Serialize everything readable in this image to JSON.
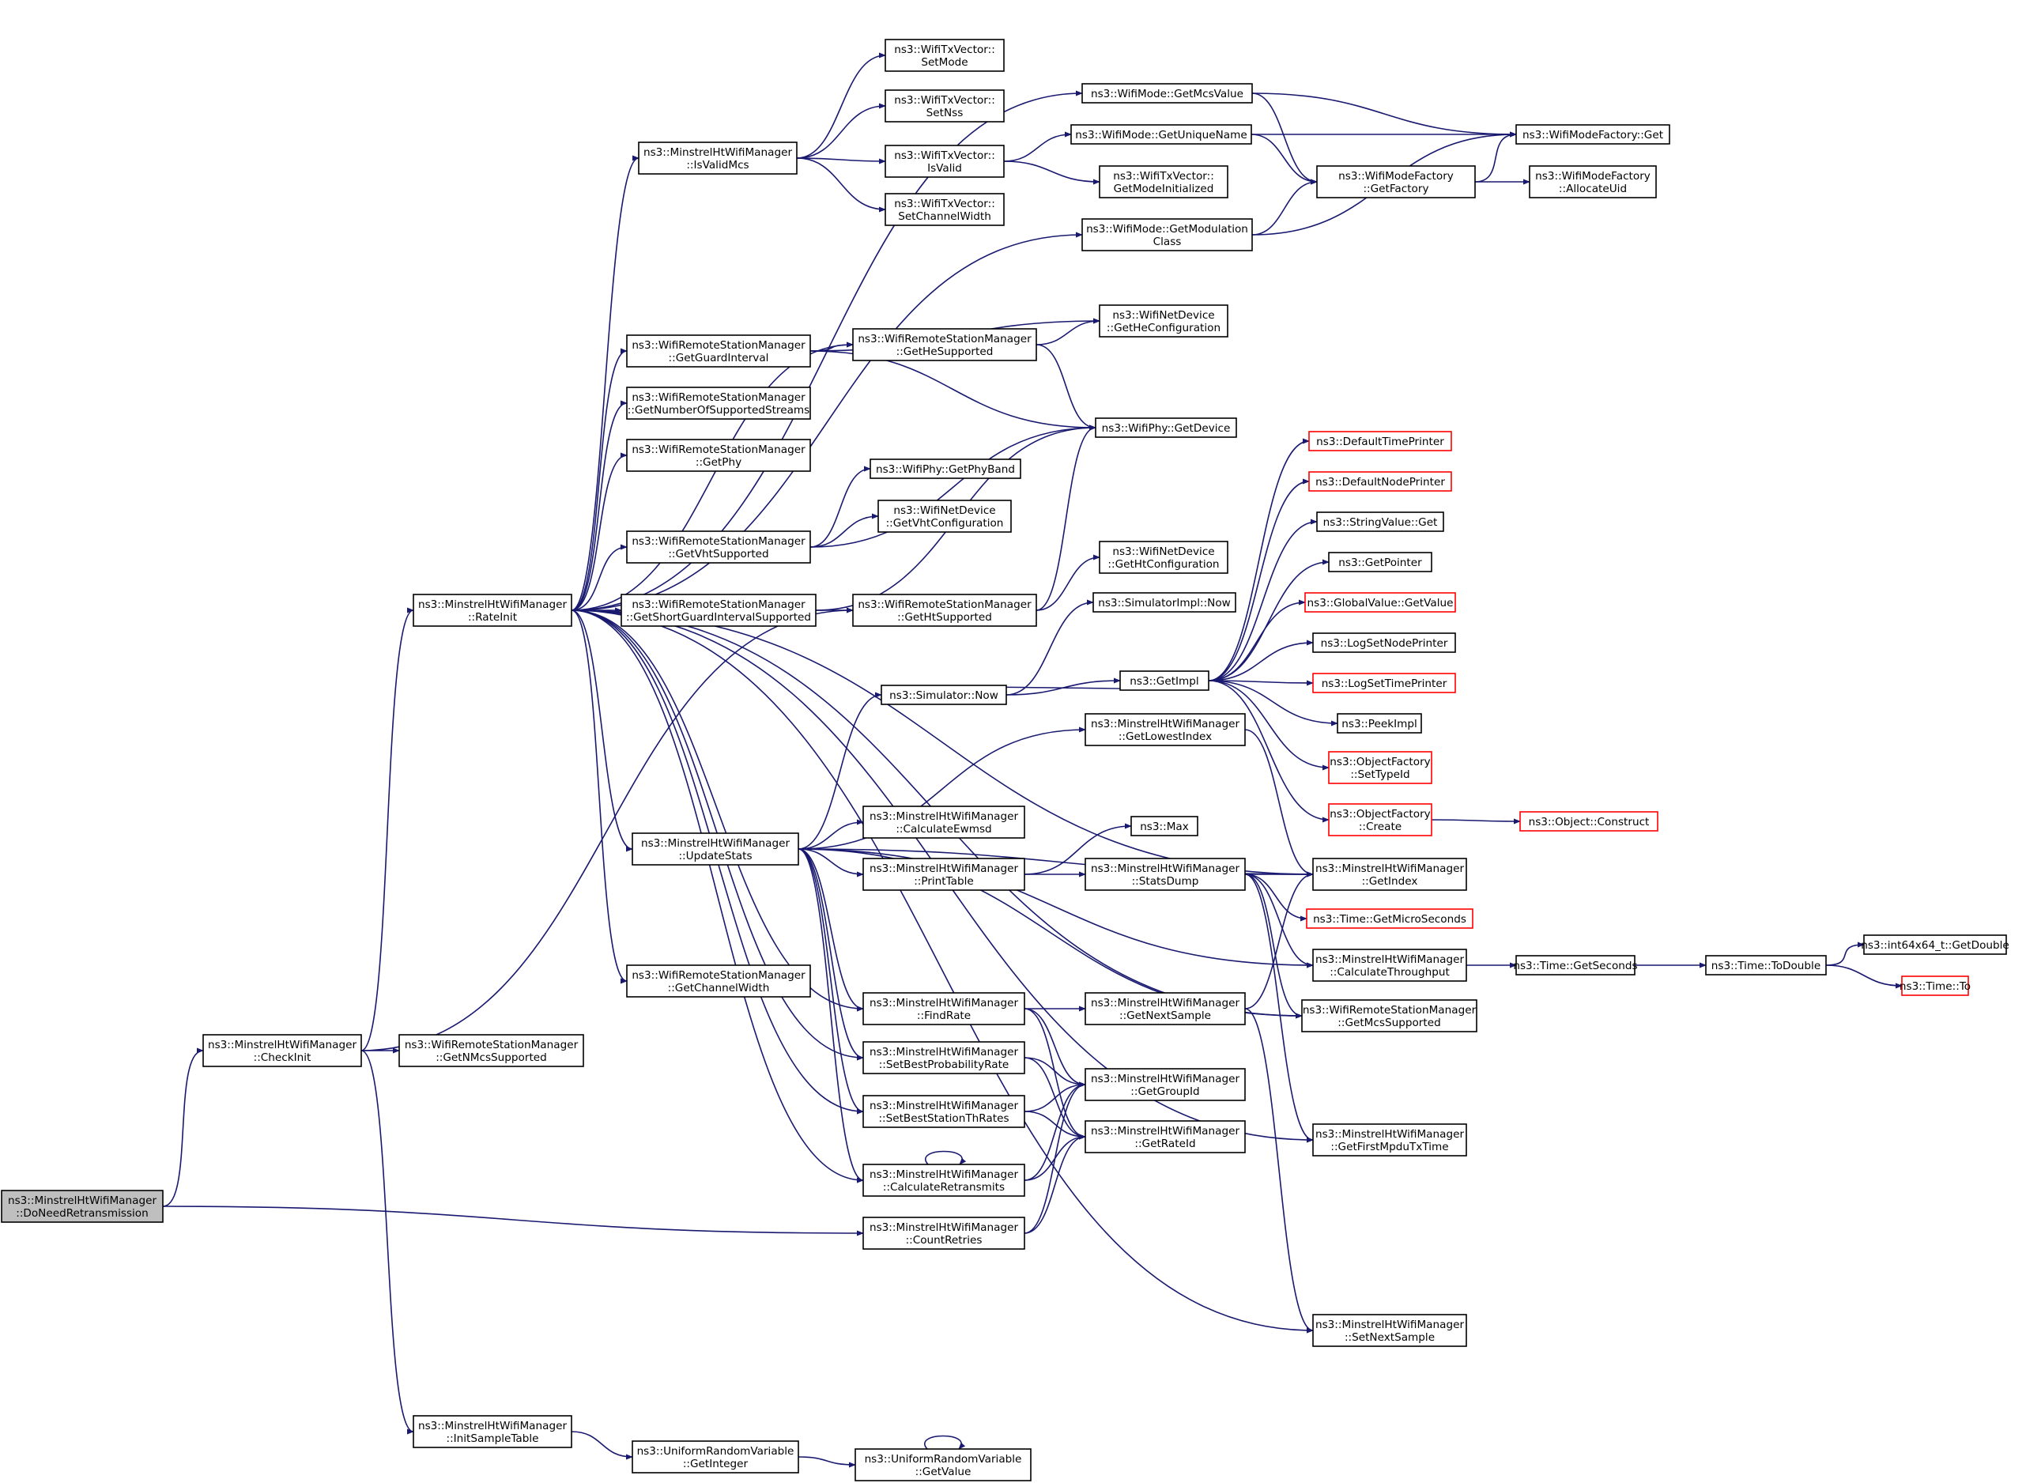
{
  "nodes": {
    "n1": [
      "ns3::MinstrelHtWifiManager",
      "::DoNeedRetransmission"
    ],
    "n2": [
      "ns3::MinstrelHtWifiManager",
      "::CheckInit"
    ],
    "n3": [
      "ns3::MinstrelHtWifiManager",
      "::CountRetries"
    ],
    "n4": [
      "ns3::MinstrelHtWifiManager",
      "::RateInit"
    ],
    "n5": [
      "ns3::WifiRemoteStationManager",
      "::GetNMcsSupported"
    ],
    "n6": [
      "ns3::MinstrelHtWifiManager",
      "::InitSampleTable"
    ],
    "n7": [
      "ns3::WifiRemoteStationManager",
      "::GetHtSupported"
    ],
    "n8": [
      "ns3::WifiMode::GetMcsValue"
    ],
    "n9": [
      "ns3::MinstrelHtWifiManager",
      "::IsValidMcs"
    ],
    "n10": [
      "ns3::WifiMode::GetModulation",
      "Class"
    ],
    "n11": [
      "ns3::WifiRemoteStationManager",
      "::GetGuardInterval"
    ],
    "n12": [
      "ns3::WifiRemoteStationManager",
      "::GetNumberOfSupportedStreams"
    ],
    "n13": [
      "ns3::WifiRemoteStationManager",
      "::GetPhy"
    ],
    "n14": [
      "ns3::WifiRemoteStationManager",
      "::GetVhtSupported"
    ],
    "n15": [
      "ns3::WifiRemoteStationManager",
      "::GetShortGuardIntervalSupported"
    ],
    "n16": [
      "ns3::MinstrelHtWifiManager",
      "::UpdateStats"
    ],
    "n17": [
      "ns3::WifiRemoteStationManager",
      "::GetChannelWidth"
    ],
    "n18": [
      "ns3::MinstrelHtWifiManager",
      "::GetIndex"
    ],
    "n19": [
      "ns3::WifiRemoteStationManager",
      "::GetMcsSupported"
    ],
    "n20": [
      "ns3::MinstrelHtWifiManager",
      "::GetFirstMpduTxTime"
    ],
    "n21": [
      "ns3::MinstrelHtWifiManager",
      "::SetNextSample"
    ],
    "n22": [
      "ns3::MinstrelHtWifiManager",
      "::CalculateRetransmits"
    ],
    "n23": [
      "ns3::MinstrelHtWifiManager",
      "::GetGroupId"
    ],
    "n24": [
      "ns3::MinstrelHtWifiManager",
      "::GetRateId"
    ],
    "n25": [
      "ns3::UniformRandomVariable",
      "::GetInteger"
    ],
    "n26": [
      "ns3::UniformRandomVariable",
      "::GetValue"
    ],
    "n27": [
      "ns3::WifiNetDevice",
      "::GetHtConfiguration"
    ],
    "n28": [
      "ns3::WifiPhy::GetDevice"
    ],
    "n29": [
      "ns3::WifiModeFactory",
      "::GetFactory"
    ],
    "n30": [
      "ns3::WifiModeFactory::Get"
    ],
    "n31": [
      "ns3::WifiTxVector::",
      "SetMode"
    ],
    "n32": [
      "ns3::WifiTxVector::",
      "SetNss"
    ],
    "n33": [
      "ns3::WifiTxVector::",
      "IsValid"
    ],
    "n34": [
      "ns3::WifiTxVector::",
      "SetChannelWidth"
    ],
    "n35": [
      "ns3::WifiModeFactory",
      "::AllocateUid"
    ],
    "n36": [
      "ns3::WifiMode::GetUniqueName"
    ],
    "n37": [
      "ns3::WifiTxVector::",
      "GetModeInitialized"
    ],
    "n38": [
      "ns3::WifiRemoteStationManager",
      "::GetHeSupported"
    ],
    "n39": [
      "ns3::WifiNetDevice",
      "::GetHeConfiguration"
    ],
    "n40": [
      "ns3::WifiPhy::GetPhyBand"
    ],
    "n41": [
      "ns3::WifiNetDevice",
      "::GetVhtConfiguration"
    ],
    "n42": [
      "ns3::MinstrelHtWifiManager",
      "::CalculateEwmsd"
    ],
    "n43": [
      "ns3::MinstrelHtWifiManager",
      "::CalculateThroughput"
    ],
    "n44": [
      "ns3::MinstrelHtWifiManager",
      "::FindRate"
    ],
    "n45": [
      "ns3::MinstrelHtWifiManager",
      "::GetLowestIndex"
    ],
    "n46": [
      "ns3::MinstrelHtWifiManager",
      "::PrintTable"
    ],
    "n47": [
      "ns3::MinstrelHtWifiManager",
      "::SetBestProbabilityRate"
    ],
    "n48": [
      "ns3::MinstrelHtWifiManager",
      "::SetBestStationThRates"
    ],
    "n49": [
      "ns3::Simulator::Now"
    ],
    "n50": [
      "ns3::Time::GetSeconds"
    ],
    "n51": [
      "ns3::Time::ToDouble"
    ],
    "n52": [
      "ns3::int64x64_t::GetDouble"
    ],
    "n53": [
      "ns3::Time::To"
    ],
    "n54": [
      "ns3::MinstrelHtWifiManager",
      "::GetNextSample"
    ],
    "n55": [
      "ns3::Max"
    ],
    "n56": [
      "ns3::MinstrelHtWifiManager",
      "::StatsDump"
    ],
    "n57": [
      "ns3::Time::GetMicroSeconds"
    ],
    "n58": [
      "ns3::GetImpl"
    ],
    "n59": [
      "ns3::SimulatorImpl::Now"
    ],
    "n60": [
      "ns3::DefaultNodePrinter"
    ],
    "n61": [
      "ns3::DefaultTimePrinter"
    ],
    "n62": [
      "ns3::GetPointer"
    ],
    "n63": [
      "ns3::GlobalValue::GetValue"
    ],
    "n64": [
      "ns3::LogSetNodePrinter"
    ],
    "n65": [
      "ns3::LogSetTimePrinter"
    ],
    "n66": [
      "ns3::ObjectFactory",
      "::Create"
    ],
    "n67": [
      "ns3::ObjectFactory",
      "::SetTypeId"
    ],
    "n68": [
      "ns3::PeekImpl"
    ],
    "n69": [
      "ns3::StringValue::Get"
    ],
    "n70": [
      "ns3::Object::Construct"
    ]
  },
  "colors": {
    "edge": "#191970",
    "node_border": "#000000",
    "truncated_node_border": "#ff0000",
    "focus_node_fill": "#bfbfbf"
  }
}
